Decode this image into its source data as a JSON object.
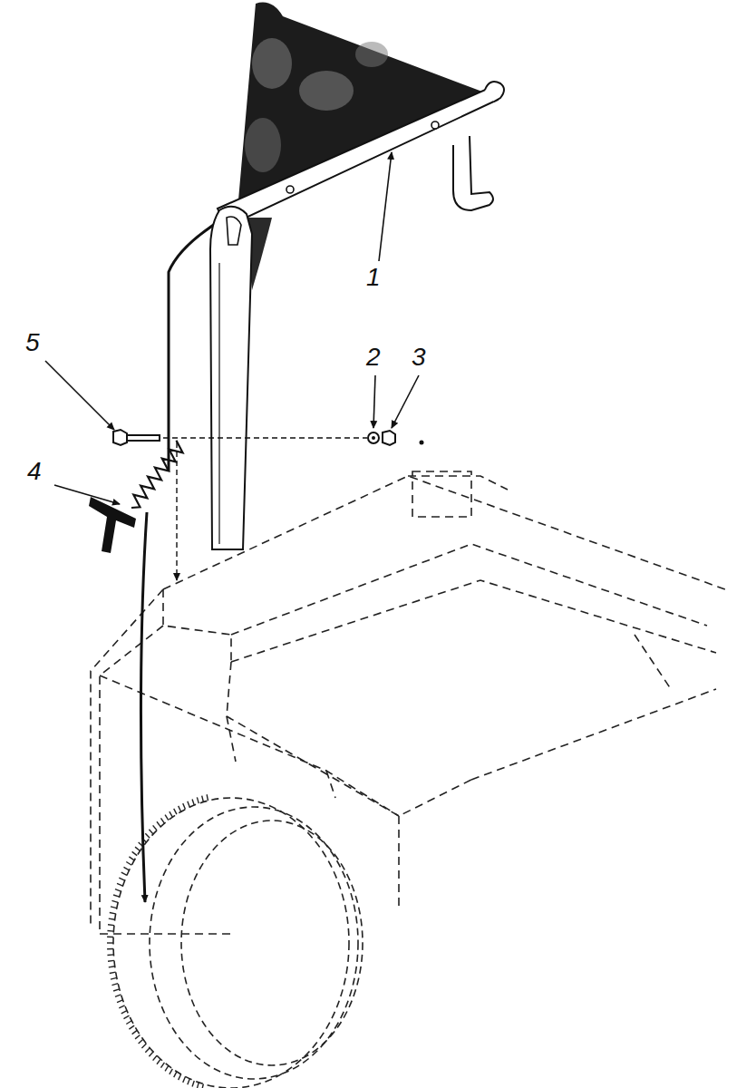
{
  "diagram": {
    "labels": [
      "5",
      "2",
      "3",
      "4",
      "1"
    ]
  }
}
